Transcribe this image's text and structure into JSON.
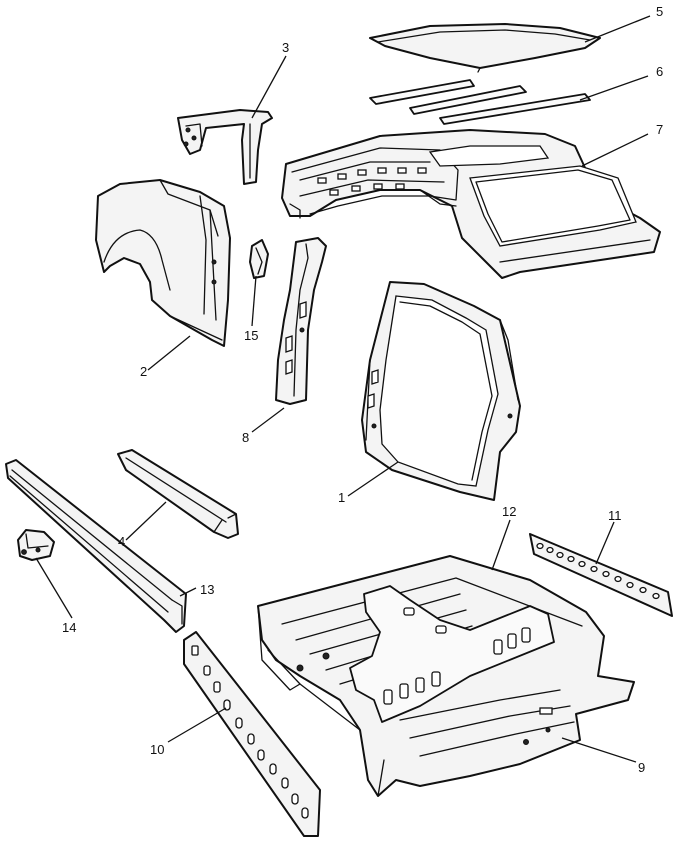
{
  "parts": [
    {
      "id": "part-1",
      "label": "1"
    },
    {
      "id": "part-2",
      "label": "2"
    },
    {
      "id": "part-3",
      "label": "3"
    },
    {
      "id": "part-4",
      "label": "4"
    },
    {
      "id": "part-5",
      "label": "5"
    },
    {
      "id": "part-6",
      "label": "6"
    },
    {
      "id": "part-7",
      "label": "7"
    },
    {
      "id": "part-8",
      "label": "8"
    },
    {
      "id": "part-9",
      "label": "9"
    },
    {
      "id": "part-10",
      "label": "10"
    },
    {
      "id": "part-11",
      "label": "11"
    },
    {
      "id": "part-12",
      "label": "12"
    },
    {
      "id": "part-13",
      "label": "13"
    },
    {
      "id": "part-14",
      "label": "14"
    },
    {
      "id": "part-15",
      "label": "15"
    }
  ]
}
